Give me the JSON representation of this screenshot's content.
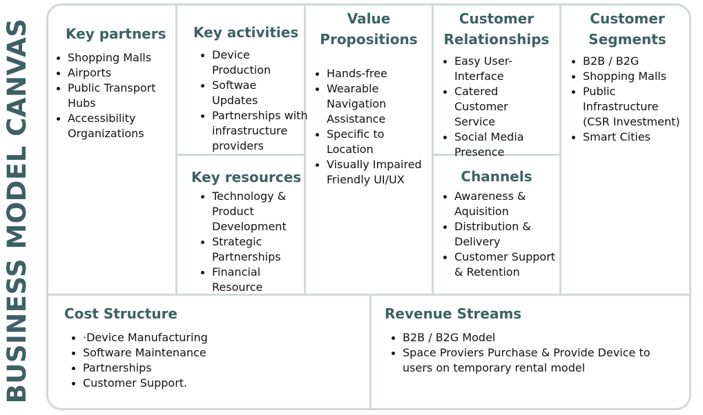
{
  "side_title": "BUSINESS MODEL CANVAS",
  "key_partners": {
    "title": "Key partners",
    "items": [
      "Shopping Malls",
      "Airports",
      "Public Transport Hubs",
      "Accessibility Organizations"
    ]
  },
  "key_activities": {
    "title": "Key activities",
    "items": [
      "Device Production",
      "Softwae Updates",
      "Partnerships with infrastructure providers"
    ]
  },
  "key_resources": {
    "title": "Key resources",
    "items": [
      "Technology & Product Development",
      "Strategic Partnerships",
      "Financial Resource"
    ]
  },
  "value_propositions": {
    "title_line1": "Value",
    "title_line2": "Propositions",
    "items": [
      "Hands-free",
      "Wearable Navigation Assistance",
      "Specific to Location",
      "Visually Impaired Friendly UI/UX"
    ]
  },
  "customer_relationships": {
    "title_line1": "Customer",
    "title_line2": "Relationships",
    "items": [
      "Easy User-Interface",
      "Catered Customer Service",
      "Social Media Presence"
    ]
  },
  "channels": {
    "title": "Channels",
    "items": [
      "Awareness & Aquisition",
      "Distribution & Delivery",
      "Customer Support & Retention"
    ]
  },
  "customer_segments": {
    "title_line1": "Customer",
    "title_line2": "Segments",
    "items": [
      "B2B / B2G",
      "Shopping Malls",
      "Public Infrastructure (CSR Investment)",
      "Smart Cities"
    ]
  },
  "cost_structure": {
    "title": "Cost Structure",
    "items": [
      "·Device Manufacturing",
      "Software Maintenance",
      "Partnerships",
      "Customer Support."
    ]
  },
  "revenue_streams": {
    "title": "Revenue Streams",
    "items": [
      "B2B / B2G Model",
      "Space Proviers Purchase & Provide Device to users on temporary rental model"
    ]
  },
  "colors": {
    "heading": "#3d6162",
    "border": "#cfd9d9",
    "text": "#111111"
  }
}
